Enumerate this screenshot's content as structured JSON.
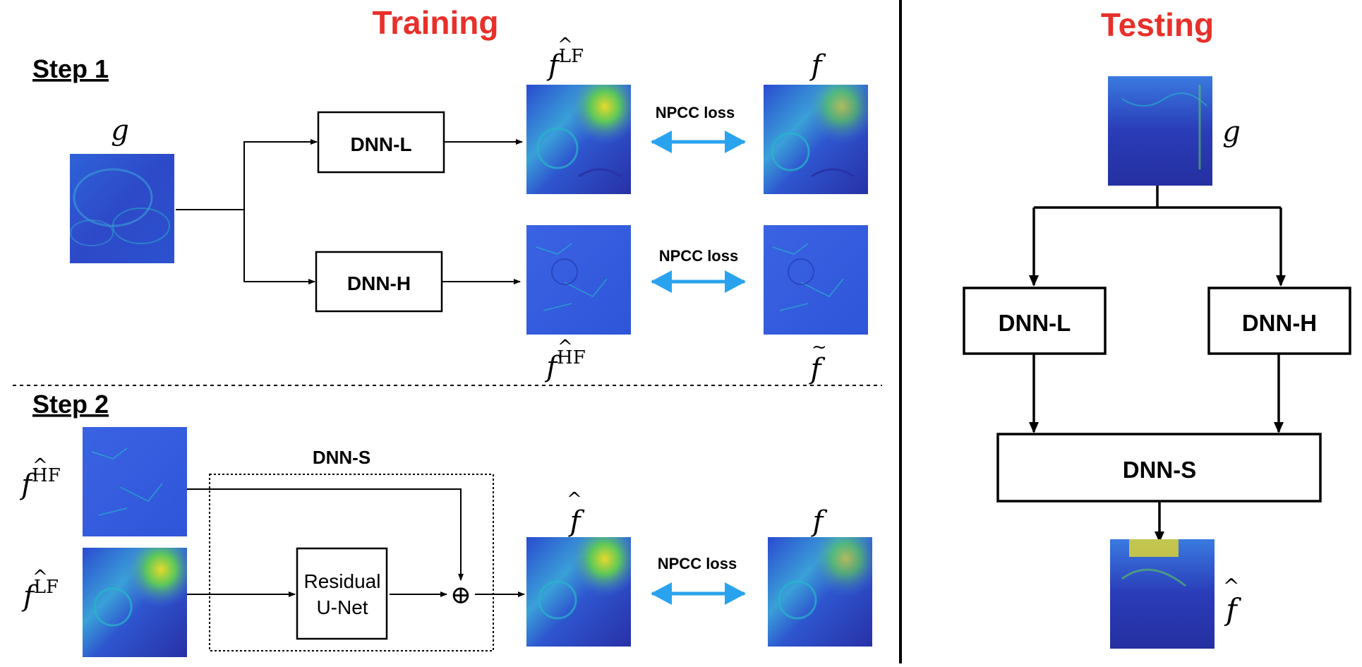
{
  "colors": {
    "title_red": "#e8302a",
    "arrow_blue": "#2aa3ee",
    "map_dark": "#2a33a8",
    "map_mid": "#3b6fe0",
    "map_cyan": "#27b6c9",
    "map_green": "#5cc85a",
    "map_yellow": "#e5d92a"
  },
  "training": {
    "title": "Training",
    "step1": {
      "label": "Step 1",
      "input_symbol": "g",
      "dnn_l": "DNN-L",
      "dnn_h": "DNN-H",
      "out_lf_symbol": "f",
      "out_lf_sup": "LF",
      "out_hf_symbol": "f",
      "out_hf_sup": "HF",
      "target_lf_symbol": "f",
      "target_hf_symbol": "f",
      "loss1": "NPCC loss",
      "loss2": "NPCC loss"
    },
    "step2": {
      "label": "Step 2",
      "in_hf_symbol": "f",
      "in_hf_sup": "HF",
      "in_lf_symbol": "f",
      "in_lf_sup": "LF",
      "dnn_s": "DNN-S",
      "residual_line1": "Residual",
      "residual_line2": "U-Net",
      "sum_symbol": "⊕",
      "output_symbol": "f",
      "target_symbol": "f",
      "loss": "NPCC loss"
    }
  },
  "testing": {
    "title": "Testing",
    "input_symbol": "g",
    "dnn_l": "DNN-L",
    "dnn_h": "DNN-H",
    "dnn_s": "DNN-S",
    "output_symbol": "f"
  }
}
